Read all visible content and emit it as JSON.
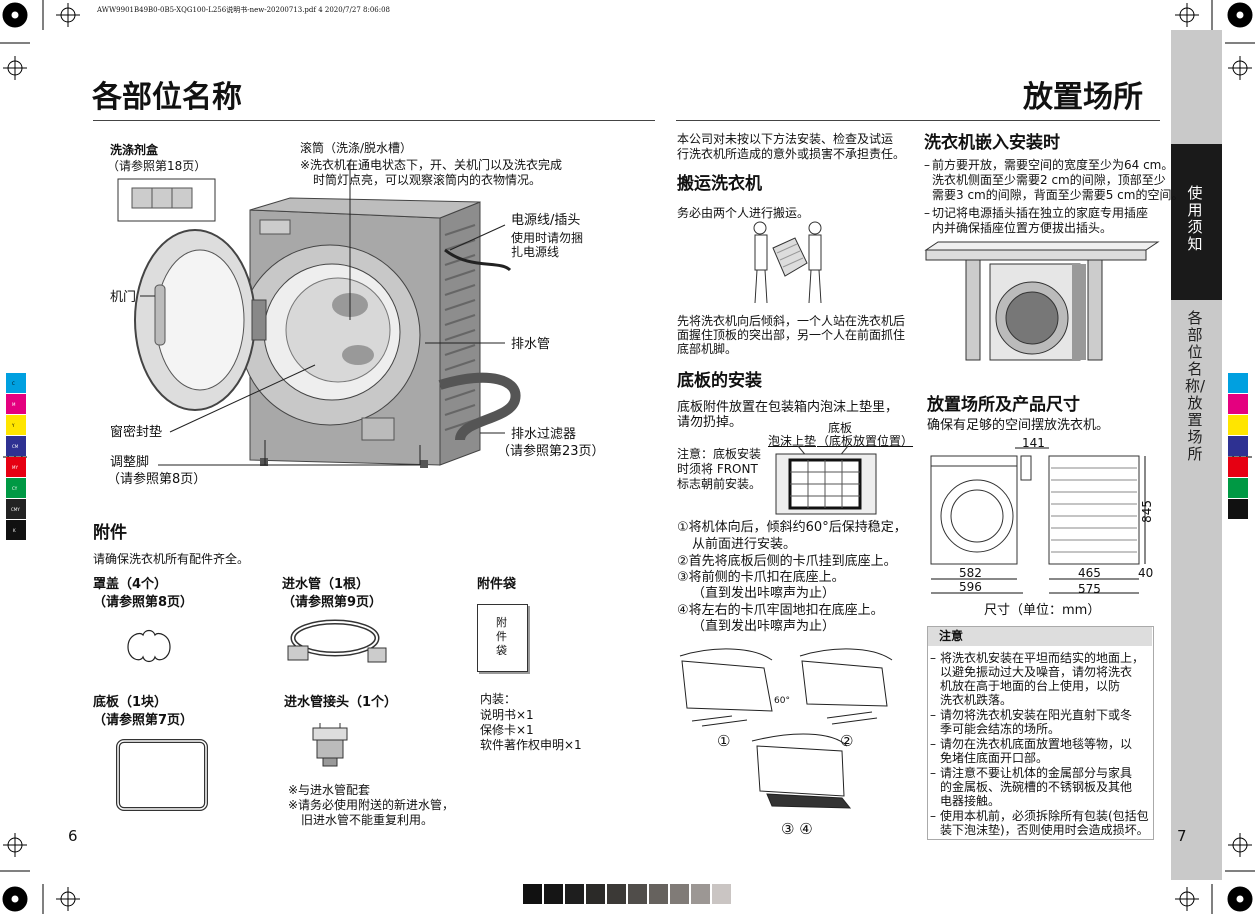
{
  "header": {
    "file_info": "AWW9901B49B0-0B5-XQG100-L256说明书-new-20200713.pdf   4   2020/7/27   8:06:08"
  },
  "left_page": {
    "title": "各部位名称",
    "labels": {
      "detergent_box": "洗涤剂盒",
      "detergent_box_ref": "（请参照第18页）",
      "drum": "滚筒（洗涤/脱水槽）",
      "drum_note_1": "※洗衣机在通电状态下，开、关机门以及洗衣完成",
      "drum_note_2": "时筒灯点亮，可以观察滚筒内的衣物情况。",
      "power_cord": "电源线/插头",
      "power_cord_note_1": "使用时请勿捆",
      "power_cord_note_2": "扎电源线",
      "door": "机门",
      "drain_hose": "排水管",
      "gasket": "窗密封垫",
      "drain_filter": "排水过滤器",
      "drain_filter_ref": "（请参照第23页）",
      "adjust_foot": "调整脚",
      "adjust_foot_ref": "（请参照第8页）"
    },
    "accessories": {
      "title": "附件",
      "subtitle": "请确保洗衣机所有配件齐全。",
      "cover_cap": "罩盖（4个）",
      "cover_cap_ref": "（请参照第8页）",
      "inlet_hose": "进水管（1根）",
      "inlet_hose_ref": "（请参照第9页）",
      "accessory_bag": "附件袋",
      "bag_label": "附件袋",
      "base_plate": "底板（1块）",
      "base_plate_ref": "（请参照第7页）",
      "inlet_connector": "进水管接头（1个）",
      "contents_title": "内装：",
      "contents": [
        "说明书×1",
        "保修卡×1",
        "软件著作权申明×1"
      ],
      "connector_note_1": "※与进水管配套",
      "connector_note_2": "※请务必使用附送的新进水管，",
      "connector_note_3": "旧进水管不能重复利用。"
    },
    "page_number": "6"
  },
  "right_page": {
    "title": "放置场所",
    "disclaimer_1": "本公司对未按以下方法安装、检查及试运",
    "disclaimer_2": "行洗衣机所造成的意外或损害不承担责任。",
    "transport": {
      "title": "搬运洗衣机",
      "line": "务必由两个人进行搬运。",
      "desc": [
        "先将洗衣机向后倾斜，一个人站在洗衣机后",
        "面握住顶板的突出部，另一个人在前面抓住",
        "底部机脚。"
      ]
    },
    "base_install": {
      "title": "底板的安装",
      "desc_1": "底板附件放置在包装箱内泡沫上垫里，",
      "desc_2": "请勿扔掉。",
      "label_foam": "泡沫上垫",
      "label_base_1": "底板",
      "label_base_2": "（底板放置位置）",
      "note": [
        "注意：底板安装",
        "时须将 FRONT",
        "标志朝前安装。"
      ],
      "steps": [
        "①将机体向后，倾斜约60°后保持稳定，",
        "从前面进行安装。",
        "②首先将底板后侧的卡爪挂到底座上。",
        "③将前侧的卡爪扣在底座上。",
        "（直到发出咔嚓声为止）",
        "④将左右的卡爪牢固地扣在底座上。",
        "（直到发出咔嚓声为止）"
      ],
      "fig_labels": [
        "①",
        "②",
        "③ ④"
      ],
      "angle": "60°"
    },
    "builtin": {
      "title": "洗衣机嵌入安装时",
      "items": [
        "前方要开放，需要空间的宽度至少为64 cm。",
        "洗衣机侧面至少需要2 cm的间隙，顶部至少",
        "需要3 cm的间隙，背面至少需要5 cm的空间。",
        "切记将电源插头插在独立的家庭专用插座",
        "内并确保插座位置方便拔出插头。"
      ]
    },
    "placement": {
      "title": "放置场所及产品尺寸",
      "subtitle": "确保有足够的空间摆放洗衣机。",
      "dims": {
        "d141": "141",
        "d845": "845",
        "d582": "582",
        "d596": "596",
        "d465": "465",
        "d40": "40",
        "d575": "575"
      },
      "unit": "尺寸（单位：mm）"
    },
    "caution": {
      "title": "注意",
      "items": [
        "将洗衣机安装在平坦而结实的地面上，",
        "以避免振动过大及噪音，请勿将洗衣",
        "机放在高于地面的台上使用，以防",
        "洗衣机跌落。",
        "请勿将洗衣机安装在阳光直射下或冬",
        "季可能会结冻的场所。",
        "请勿在洗衣机底面放置地毯等物，以",
        "免堵住底面开口部。",
        "请注意不要让机体的金属部分与家具",
        "的金属板、洗碗槽的不锈钢板及其他",
        "电器接触。",
        "使用本机前，必须拆除所有包装(包括包",
        "装下泡沫垫)，否则使用时会造成损坏。"
      ]
    },
    "page_number": "7"
  },
  "sidebar": {
    "section": "使用须知",
    "subsection": "各部位名称/放置场所"
  },
  "color_bar": [
    "C",
    "M",
    "Y",
    "CM",
    "MY",
    "CY",
    "CMY",
    "K"
  ],
  "colors": {
    "cyan": "#00a0e0",
    "magenta": "#e4007f",
    "yellow": "#ffe500",
    "blue": "#2e3192",
    "red": "#e60012",
    "green": "#009944",
    "black": "#111111"
  }
}
